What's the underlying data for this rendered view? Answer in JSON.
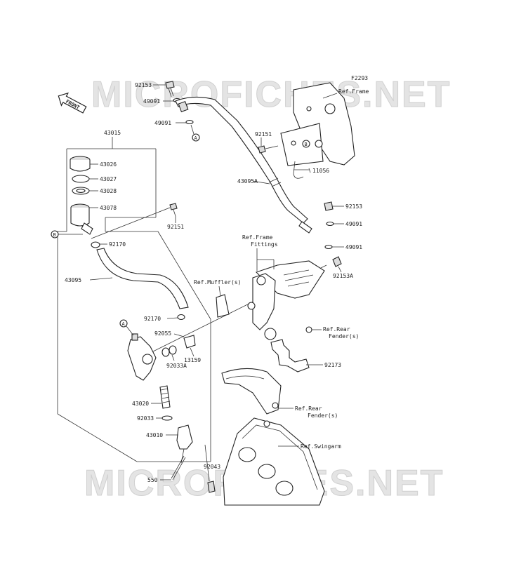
{
  "watermark": "MICROFICHES.NET",
  "figure_code": "F2293",
  "front_label": "FRONT",
  "labels": {
    "p92153_top": "92153",
    "p49091_a": "49091",
    "p49091_b": "49091",
    "p43015": "43015",
    "p43026": "43026",
    "p43027": "43027",
    "p43028": "43028",
    "p43078": "43078",
    "p92151_mid": "92151",
    "p92170_a": "92170",
    "p43095": "43095",
    "p92170_b": "92170",
    "p92055": "92055",
    "p13159": "13159",
    "p92033A": "92033A",
    "p43020": "43020",
    "p92033": "92033",
    "p43010": "43010",
    "p550": "550",
    "p92043": "92043",
    "p92151_top": "92151",
    "p11056": "11056",
    "p43095A": "43095A",
    "p92153_r": "92153",
    "p49091_r1": "49091",
    "p49091_r2": "49091",
    "p92153A": "92153A",
    "p92173": "92173",
    "ref_frame": "Ref.Frame",
    "ref_frame_fit_1": "Ref.Frame",
    "ref_frame_fit_2": "Fittings",
    "ref_muffler": "Ref.Muffler(s)",
    "ref_rear_fender_1a": "Ref.Rear",
    "ref_rear_fender_1b": "Fender(s)",
    "ref_rear_fender_2a": "Ref.Rear",
    "ref_rear_fender_2b": "Fender(s)",
    "ref_swingarm": "Ref.Swingarm"
  },
  "callouts": {
    "a": "A",
    "b": "B"
  }
}
